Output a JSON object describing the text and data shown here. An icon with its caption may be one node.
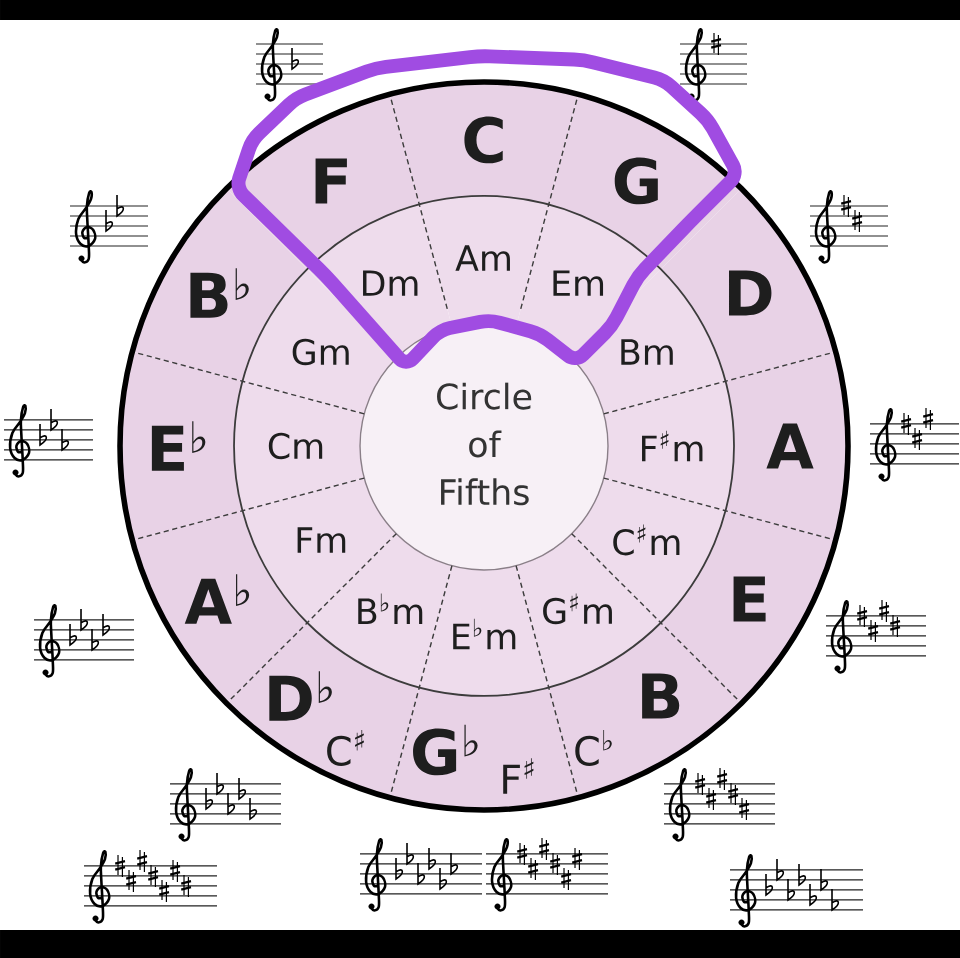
{
  "diagram": {
    "nodes": [
      {
        "text": [
          "C"
        ]
      },
      {
        "text": [
          "G"
        ]
      },
      {
        "text": [
          "D"
        ]
      },
      {
        "text": [
          "A"
        ]
      },
      {
        "text": [
          "E"
        ]
      },
      {
        "text": [
          "B",
          "C$^{♭}$"
        ]
      },
      {
        "text": [
          "G$^{♭}$",
          "F$^{♯}$"
        ]
      },
      {
        "text": [
          "D$^{♭}$",
          "C$^{♯}$"
        ]
      },
      {
        "text": [
          "A$^{♭}$"
        ]
      },
      {
        "text": [
          "E$^{♭}$"
        ]
      },
      {
        "text": [
          "B$^{♭}$"
        ]
      },
      {
        "text": [
          "F"
        ]
      },
      {
        "text": [
          "Am"
        ]
      },
      {
        "text": [
          "Em"
        ]
      },
      {
        "text": [
          "Bm"
        ]
      },
      {
        "text": [
          "F$^{♯}$m"
        ]
      },
      {
        "text": [
          "C$^{♯}$m"
        ]
      },
      {
        "text": [
          "G$^{♯}$m"
        ]
      },
      {
        "text": [
          "E$^{♭}$m"
        ]
      },
      {
        "text": [
          "B$^{♭}$m"
        ]
      },
      {
        "text": [
          "Fm"
        ]
      },
      {
        "text": [
          "Cm"
        ]
      },
      {
        "text": [
          "Gm"
        ]
      },
      {
        "text": [
          "Dm"
        ]
      },
      {
        "text": [
          "Circle of Fifths"
        ]
      }
    ]
  }
}
